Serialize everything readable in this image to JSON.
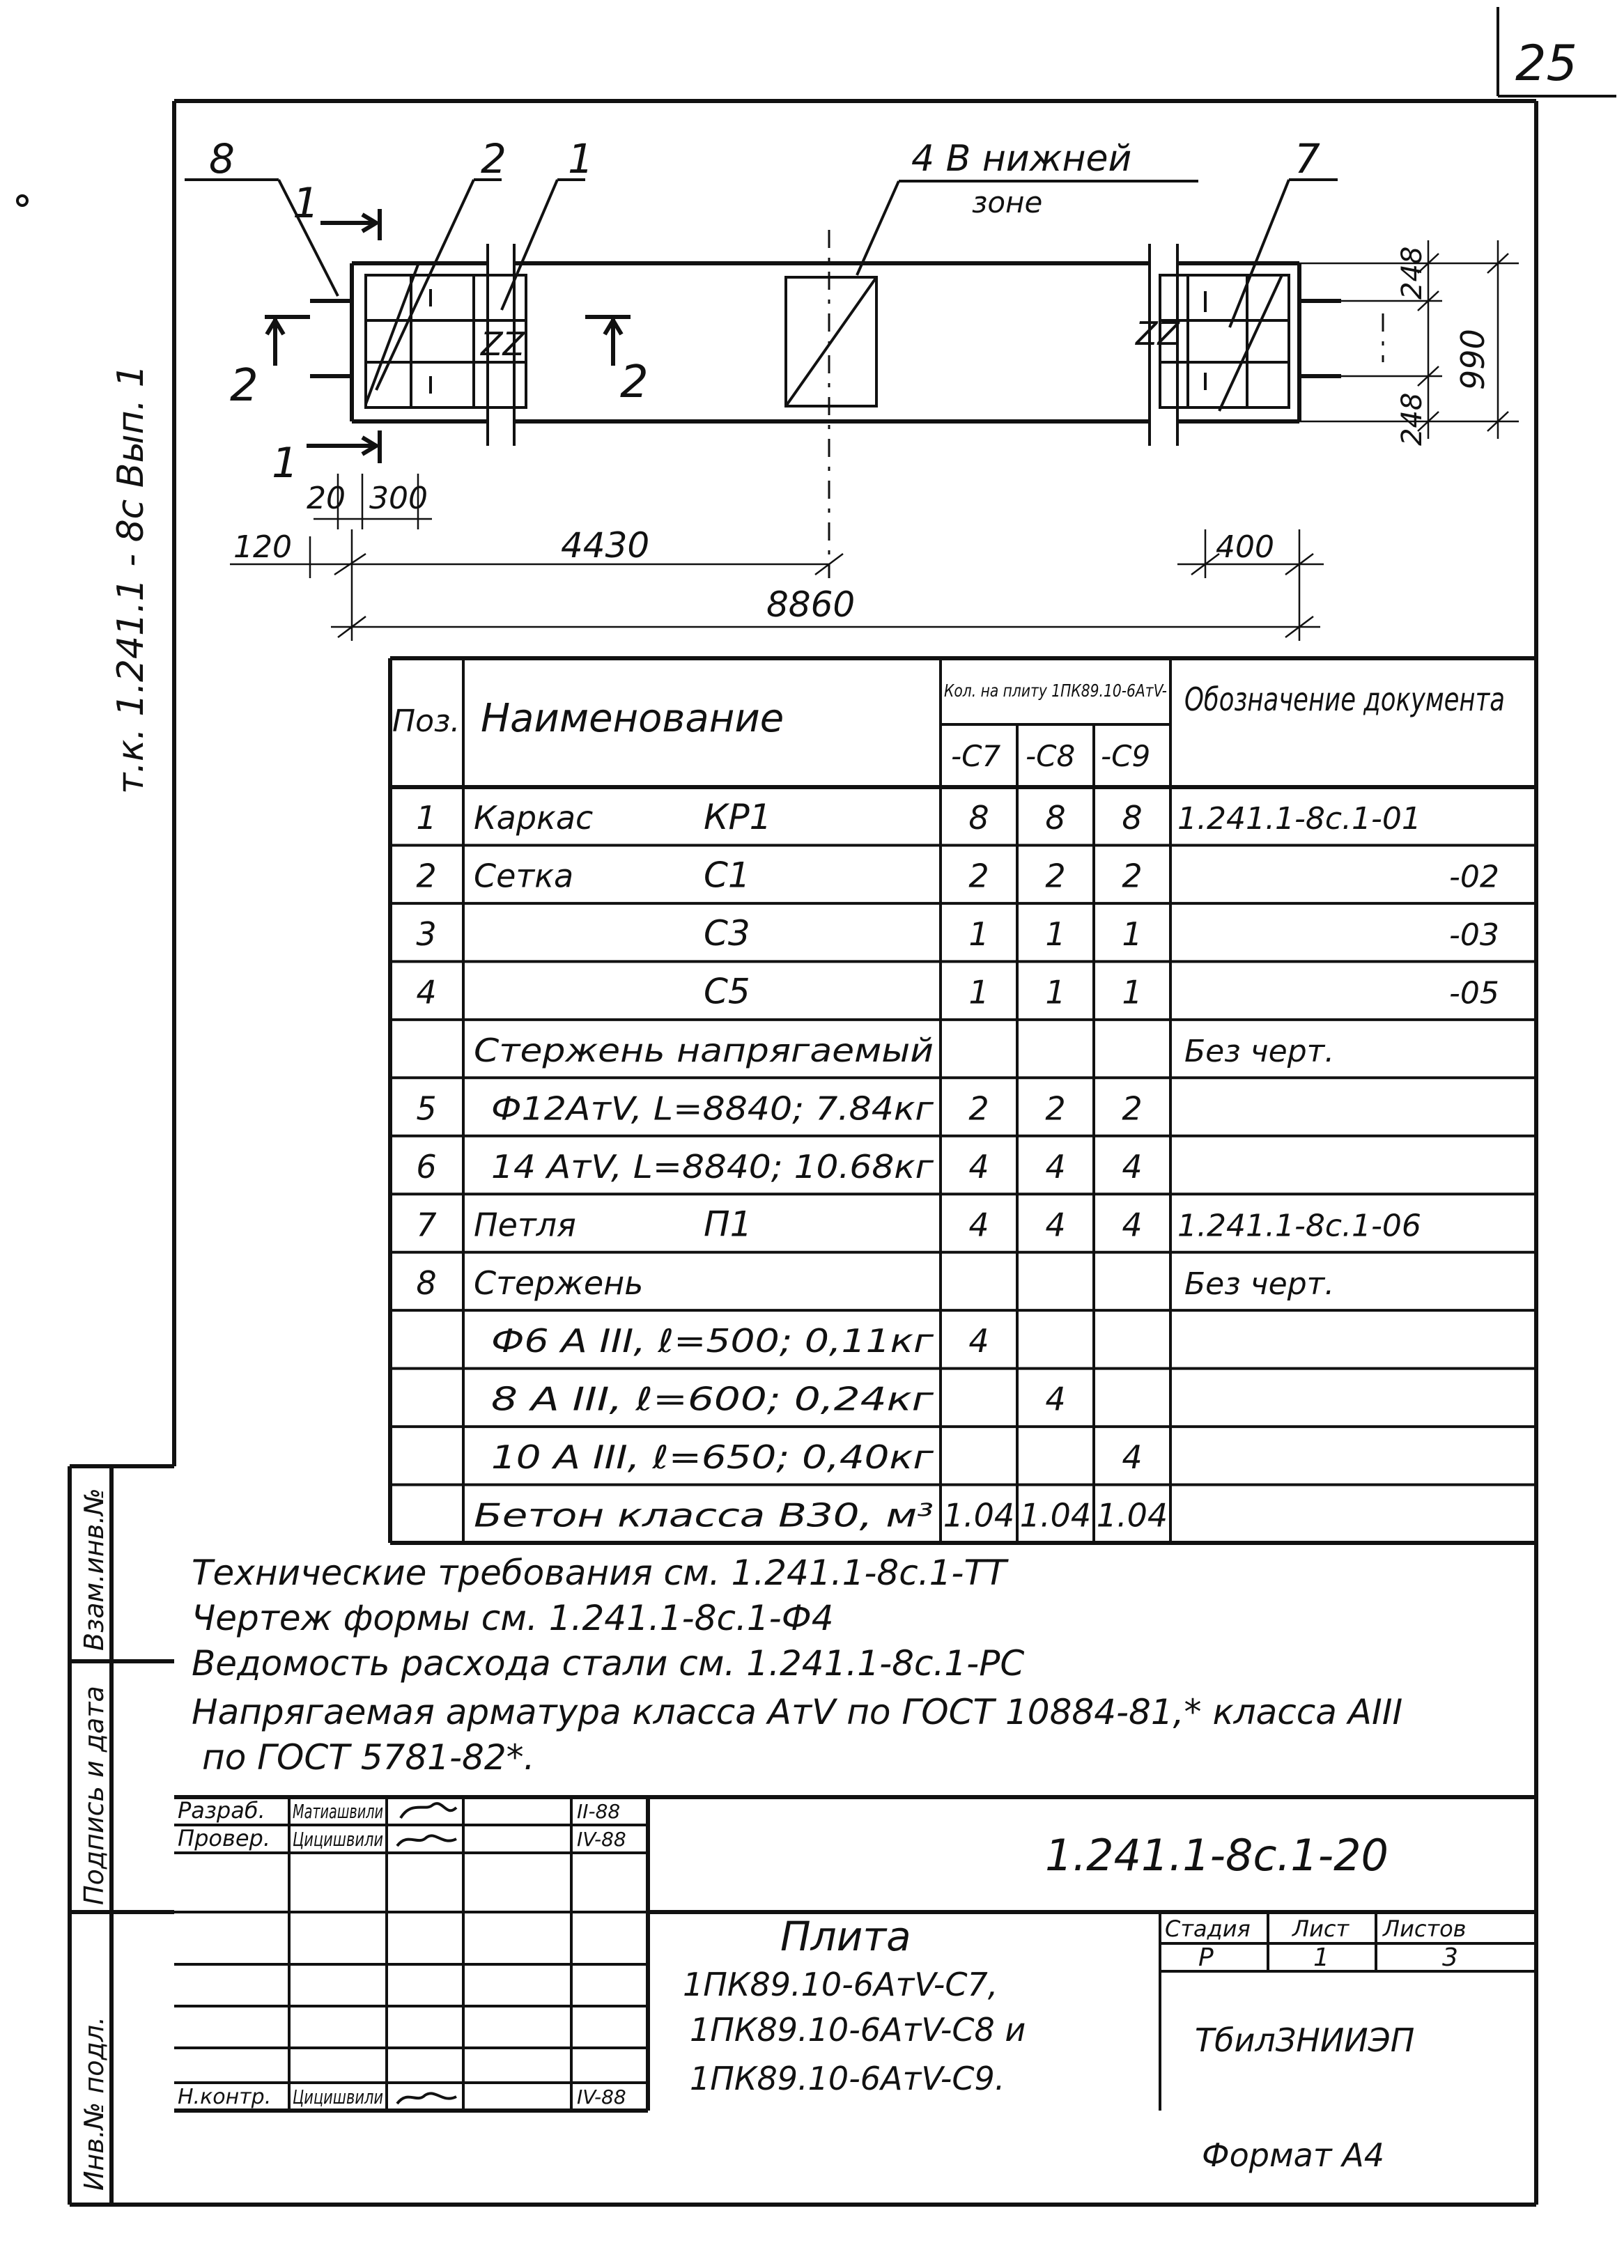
{
  "sheet_number": "25",
  "side_code": "т.к. 1.241.1 - 8с  Вып. 1",
  "plan": {
    "callouts": [
      "8",
      "2",
      "1",
      "4 В нижней",
      "зоне",
      "7"
    ],
    "section_marks": [
      "1",
      "1",
      "2",
      "2"
    ],
    "breaks": [
      "ZZ",
      "ZZ"
    ],
    "dims": {
      "d120": "120",
      "d20": "20",
      "d300": "300",
      "d4430": "4430",
      "d8860": "8860",
      "d400": "400",
      "d248a": "248",
      "d990": "990",
      "d248b": "248"
    }
  },
  "table": {
    "h_pos": "Поз.",
    "h_name": "Наименование",
    "h_qty": "Кол. на плиту 1ПК89.10-6АтV-",
    "h_c7": "-С7",
    "h_c8": "-С8",
    "h_c9": "-С9",
    "h_doc": "Обозначение документа",
    "rows": [
      {
        "pos": "1",
        "name": "Каркас",
        "mark": "КР1",
        "c7": "8",
        "c8": "8",
        "c9": "8",
        "doc": "1.241.1-8с.1-01"
      },
      {
        "pos": "2",
        "name": "Сетка",
        "mark": "С1",
        "c7": "2",
        "c8": "2",
        "c9": "2",
        "doc": "-02"
      },
      {
        "pos": "3",
        "name": "",
        "mark": "С3",
        "c7": "1",
        "c8": "1",
        "c9": "1",
        "doc": "-03"
      },
      {
        "pos": "4",
        "name": "",
        "mark": "С5",
        "c7": "1",
        "c8": "1",
        "c9": "1",
        "doc": "-05"
      },
      {
        "pos": "",
        "name": "Стержень напрягаемый",
        "mark": "",
        "c7": "",
        "c8": "",
        "c9": "",
        "doc": "Без черт."
      },
      {
        "pos": "5",
        "name": "Ф12АтV, L=8840; 7.84кг",
        "mark": "",
        "c7": "2",
        "c8": "2",
        "c9": "2",
        "doc": ""
      },
      {
        "pos": "6",
        "name": "14 АтV, L=8840; 10.68кг",
        "mark": "",
        "c7": "4",
        "c8": "4",
        "c9": "4",
        "doc": ""
      },
      {
        "pos": "7",
        "name": "Петля",
        "mark": "П1",
        "c7": "4",
        "c8": "4",
        "c9": "4",
        "doc": "1.241.1-8с.1-06"
      },
      {
        "pos": "8",
        "name": "Стержень",
        "mark": "",
        "c7": "",
        "c8": "",
        "c9": "",
        "doc": "Без черт."
      },
      {
        "pos": "",
        "name": "Ф6 А III, ℓ=500;   0,11кг",
        "mark": "",
        "c7": "4",
        "c8": "",
        "c9": "",
        "doc": ""
      },
      {
        "pos": "",
        "name": "8 А III, ℓ=600;   0,24кг",
        "mark": "",
        "c7": "",
        "c8": "4",
        "c9": "",
        "doc": ""
      },
      {
        "pos": "",
        "name": "10 А III, ℓ=650;  0,40кг",
        "mark": "",
        "c7": "",
        "c8": "",
        "c9": "4",
        "doc": ""
      },
      {
        "pos": "",
        "name": "Бетон класса В30, м³",
        "mark": "",
        "c7": "1.04",
        "c8": "1.04",
        "c9": "1.04",
        "doc": ""
      }
    ]
  },
  "notes": [
    "Технические требования см. 1.241.1-8с.1-ТТ",
    "Чертеж формы см. 1.241.1-8с.1-Ф4",
    "Ведомость расхода стали см. 1.241.1-8с.1-РС",
    "Напрягаемая арматура класса АтV по ГОСТ 10884-81,* класса АIII",
    "по ГОСТ 5781-82*."
  ],
  "side_stamp": {
    "vz": "Взам.инв.№",
    "sign": "Подпись и дата",
    "inv": "Инв.№ подл."
  },
  "title_block": {
    "razrab_label": "Разраб.",
    "razrab_name": "Матиашвили",
    "razrab_date": "II-88",
    "prover_label": "Провер.",
    "prover_name": "Цицишвили",
    "prover_date": "IV-88",
    "nkontr_label": "Н.контр.",
    "nkontr_name": "Цицишвили",
    "nkontr_date": "IV-88",
    "doc_code": "1.241.1-8с.1-20",
    "title": "Плита",
    "title_l1": "1ПК89.10-6АтV-С7,",
    "title_l2": "1ПК89.10-6АтV-С8 и",
    "title_l3": "1ПК89.10-6АтV-С9.",
    "stage_label": "Стадия",
    "sheet_label": "Лист",
    "sheets_label": "Листов",
    "stage": "Р",
    "sheet": "1",
    "sheets": "3",
    "org": "ТбилЗНИИЭП"
  },
  "format": "Формат А4"
}
